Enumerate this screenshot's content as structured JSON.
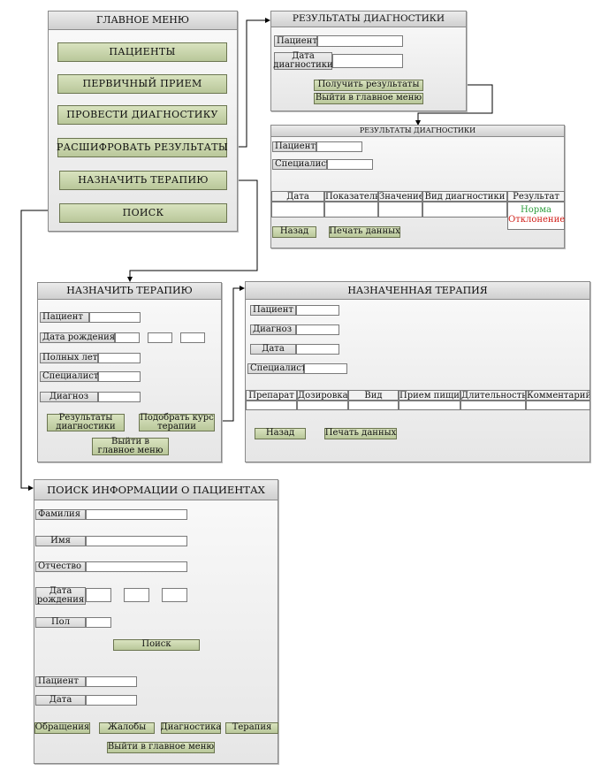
{
  "main_menu": {
    "title": "ГЛАВНОЕ МЕНЮ",
    "items": [
      "ПАЦИЕНТЫ",
      "ПЕРВИЧНЫЙ ПРИЕМ",
      "ПРОВЕСТИ ДИАГНОСТИКУ",
      "РАСШИФРОВАТЬ РЕЗУЛЬТАТЫ",
      "НАЗНАЧИТЬ ТЕРАПИЮ",
      "ПОИСК"
    ]
  },
  "diag_small": {
    "title": "РЕЗУЛЬТАТЫ ДИАГНОСТИКИ",
    "patient_label": "Пациент",
    "date_label_1": "Дата",
    "date_label_2": "диагностики",
    "get_results": "Получить результаты",
    "exit": "Выйти в главное меню"
  },
  "diag_results": {
    "title": "РЕЗУЛЬТАТЫ ДИАГНОСТИКИ",
    "patient_label": "Пациент",
    "specialist_label": "Специалист",
    "columns": [
      "Дата",
      "Показатель",
      "Значение",
      "Вид диагностики",
      "Результат"
    ],
    "result_normal": "Норма",
    "result_deviation": "Отклонение",
    "back": "Назад",
    "print": "Печать данных",
    "colors": {
      "normal": "#2e9e3e",
      "deviation": "#d0201a"
    }
  },
  "therapy_form": {
    "title": "НАЗНАЧИТЬ ТЕРАПИЮ",
    "patient_label": "Пациент",
    "birth_label": "Дата рождения",
    "age_label": "Полных лет",
    "specialist_label": "Специалист",
    "diagnosis_label": "Диагноз",
    "results_btn_1": "Результаты",
    "results_btn_2": "диагностики",
    "pick_btn_1": "Подобрать курс",
    "pick_btn_2": "терапии",
    "exit_1": "Выйти в",
    "exit_2": "главное меню"
  },
  "assigned_therapy": {
    "title": "НАЗНАЧЕННАЯ ТЕРАПИЯ",
    "patient_label": "Пациент",
    "diagnosis_label": "Диагноз",
    "date_label": "Дата",
    "specialist_label": "Специалист",
    "columns": [
      "Препарат",
      "Дозировка",
      "Вид",
      "Прием пищи",
      "Длительность",
      "Комментарий"
    ],
    "back": "Назад",
    "print": "Печать данных"
  },
  "search": {
    "title": "ПОИСК ИНФОРМАЦИИ О ПАЦИЕНТАХ",
    "surname_label": "Фамилия",
    "name_label": "Имя",
    "patronymic_label": "Отчество",
    "birth_label_1": "Дата",
    "birth_label_2": "рождения",
    "sex_label": "Пол",
    "search_btn": "Поиск",
    "patient_label": "Пациент",
    "date_label": "Дата",
    "tabs": [
      "Обращения",
      "Жалобы",
      "Диагностика",
      "Терапия"
    ],
    "exit": "Выйти в главное меню"
  }
}
